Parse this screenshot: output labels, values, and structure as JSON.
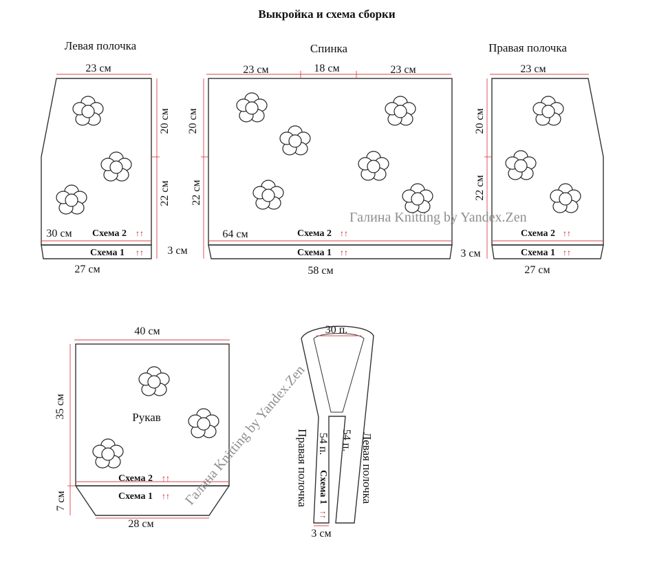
{
  "title": "Выкройка и схема сборки",
  "pieces": {
    "left_front": {
      "name": "Левая полочка",
      "top": "23 см",
      "height_upper": "20 см",
      "height_mid": "22 см",
      "height_lower": "3 см",
      "width_mid": "30 см",
      "bottom": "27 см",
      "scheme2": "Схема 2",
      "scheme1": "Схема 1"
    },
    "back": {
      "name": "Спинка",
      "top_left": "23 см",
      "top_mid": "18 см",
      "top_right": "23 см",
      "height_upper": "20 см",
      "height_mid": "22 см",
      "height_lower": "3 см",
      "width_mid": "64 см",
      "bottom": "58 см",
      "scheme2": "Схема 2",
      "scheme1": "Схема 1"
    },
    "right_front": {
      "name": "Правая полочка",
      "top": "23 см",
      "height_upper": "20 см",
      "height_mid": "22 см",
      "bottom": "27 см",
      "scheme2": "Схема 2",
      "scheme1": "Схема 1"
    },
    "sleeve": {
      "name": "Рукав",
      "top": "40 см",
      "height_upper": "35 см",
      "height_lower": "7 см",
      "bottom": "28 см",
      "scheme2": "Схема 2",
      "scheme1": "Схема 1"
    },
    "band": {
      "top": "30 п.",
      "right_side": "Правая полочка",
      "left_side": "Левая полочка",
      "right_count": "54 п.",
      "left_count": "54 п.",
      "scheme": "Схема 1",
      "bottom": "3 см"
    }
  },
  "arrows": "↑↑",
  "watermark": "Галина Knitting by Yandex.Zen",
  "colors": {
    "dimension_line": "#d9444a",
    "arrow": "#c0161b",
    "watermark": "#8e8e8e",
    "outline": "#333333"
  }
}
